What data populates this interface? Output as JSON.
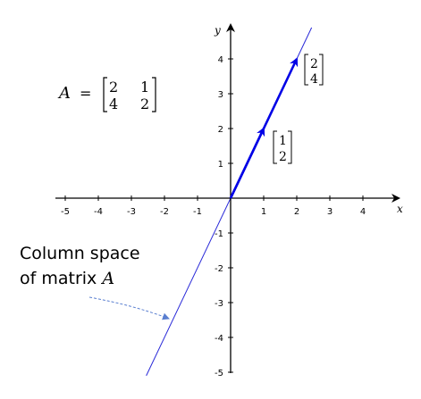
{
  "axes": {
    "x_label": "x",
    "y_label": "y",
    "x_ticks": [
      -5,
      -4,
      -3,
      -2,
      -1,
      1,
      2,
      3,
      4
    ],
    "y_ticks": [
      -5,
      -4,
      -3,
      -2,
      -1,
      1,
      2,
      3,
      4
    ]
  },
  "matrix": {
    "name": "A",
    "equals": "=",
    "rows": [
      [
        "2",
        "1"
      ],
      [
        "4",
        "2"
      ]
    ]
  },
  "vectors": [
    {
      "label_entries": [
        "1",
        "2"
      ],
      "x": 1,
      "y": 2
    },
    {
      "label_entries": [
        "2",
        "4"
      ],
      "x": 2,
      "y": 4
    }
  ],
  "column_space_line": {
    "slope": 2,
    "x_range": [
      -2.55,
      2.45
    ]
  },
  "annotation": {
    "line1": "Column space",
    "line2_prefix": "of matrix ",
    "line2_var": "A"
  },
  "colors": {
    "vector": "#0000e6",
    "line": "#2a2ad8",
    "arrow": "#5a7fd0",
    "axis": "#000000"
  }
}
